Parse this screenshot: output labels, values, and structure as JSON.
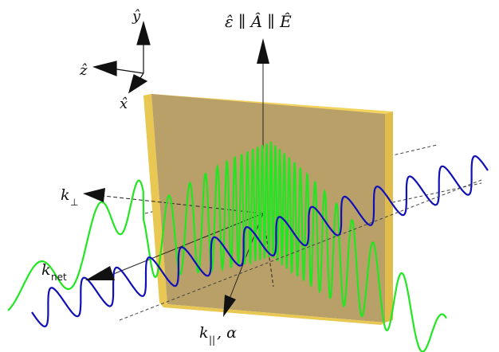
{
  "labels": {
    "axis_y": "ŷ",
    "axis_z": "ẑ",
    "axis_x": "x̂",
    "top_vector": "ε̂ ∥ Â ∥ Ê",
    "k_perp_k": "k",
    "k_perp_sub": "⊥",
    "k_net_k": "k",
    "k_net_sub": "net",
    "k_par_k": "k",
    "k_par_sub": "||",
    "k_par_alpha": ", α"
  },
  "colors": {
    "slab_face": "#b9a068",
    "slab_edge": "#e8c752",
    "slab_top": "#f2d35e",
    "wave_green": "#22e622",
    "wave_blue": "#1010b8",
    "arrows": "#111111"
  }
}
